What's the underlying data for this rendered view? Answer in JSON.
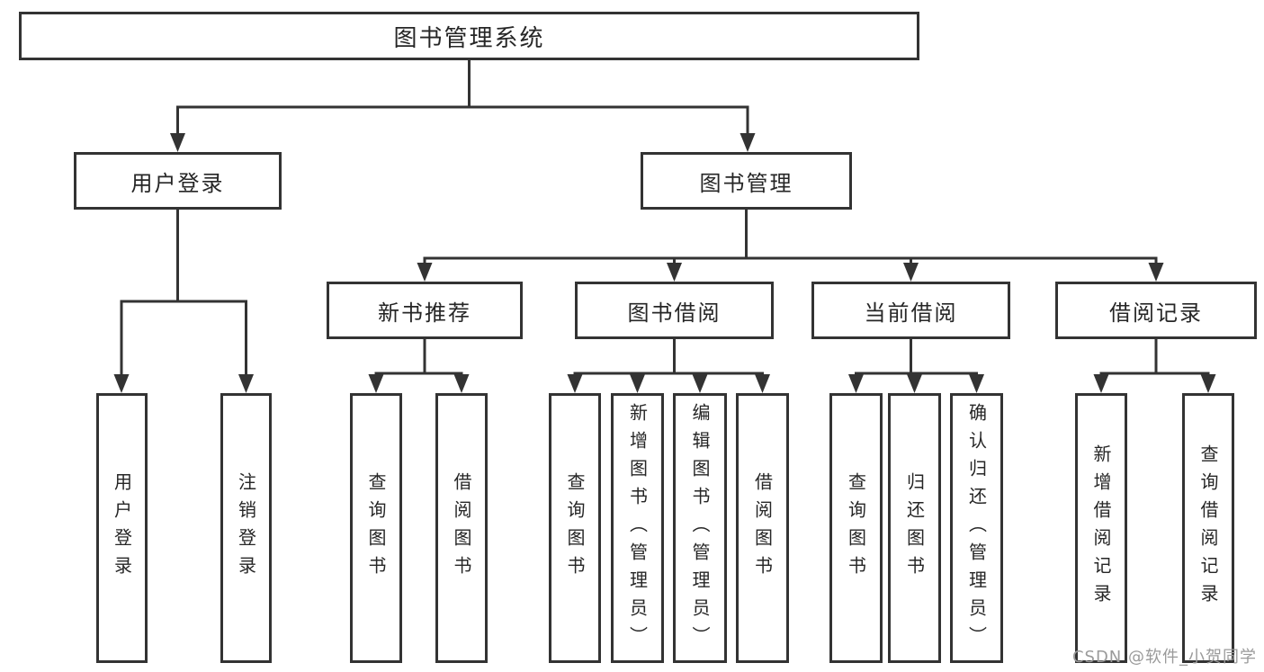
{
  "diagram": {
    "title": "图书管理系统",
    "nodes": {
      "root": {
        "label": "图书管理系统"
      },
      "user_login": {
        "label": "用户登录"
      },
      "book_mgmt": {
        "label": "图书管理"
      },
      "login": {
        "label": "用户登录"
      },
      "logout": {
        "label": "注销登录"
      },
      "new_book_rec": {
        "label": "新书推荐"
      },
      "book_borrow": {
        "label": "图书借阅"
      },
      "current_borrow": {
        "label": "当前借阅"
      },
      "borrow_records": {
        "label": "借阅记录"
      },
      "nb_query": {
        "label": "查询图书"
      },
      "nb_borrow": {
        "label": "借阅图书"
      },
      "bb_query": {
        "label": "查询图书"
      },
      "bb_add": {
        "label": "新增图书（管理员）"
      },
      "bb_edit": {
        "label": "编辑图书（管理员）"
      },
      "bb_borrow": {
        "label": "借阅图书"
      },
      "cb_query": {
        "label": "查询图书"
      },
      "cb_return": {
        "label": "归还图书"
      },
      "cb_confirm": {
        "label": "确认归还（管理员）"
      },
      "br_add": {
        "label": "新增借阅记录"
      },
      "br_query": {
        "label": "查询借阅记录"
      }
    },
    "colors": {
      "line": "#333333",
      "text": "#262626",
      "watermark_text": "#9a9a9a",
      "background": "#ffffff"
    }
  },
  "watermark": "CSDN @软件_小贺同学"
}
